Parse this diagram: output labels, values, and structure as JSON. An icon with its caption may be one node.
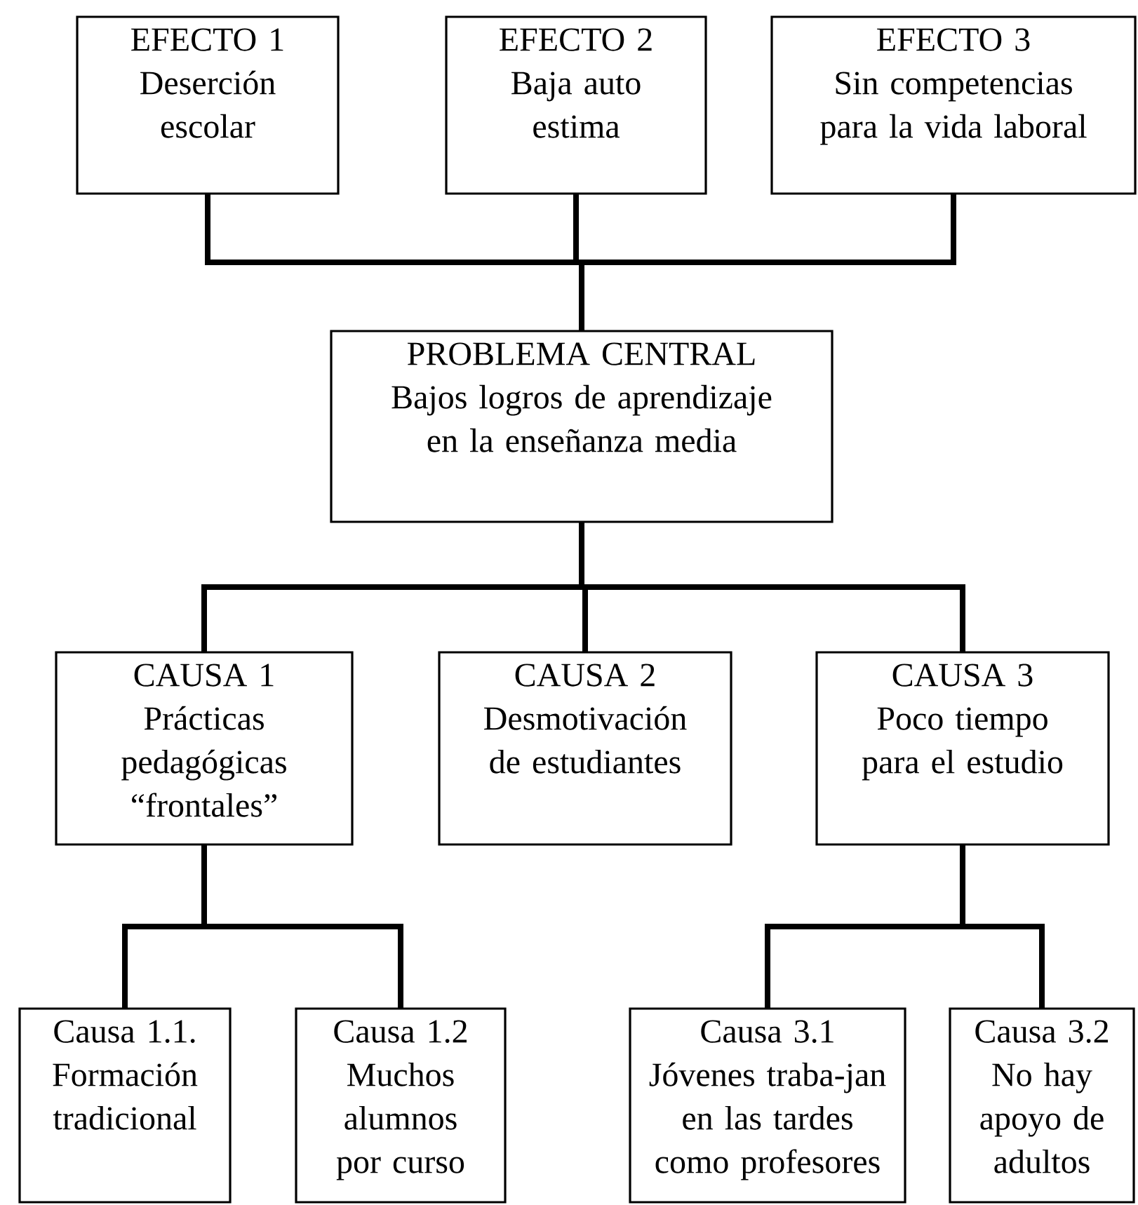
{
  "diagram": {
    "nodes": [
      {
        "text": [
          "EFECTO 1",
          "Deserción escolar"
        ]
      },
      {
        "text": [
          "EFECTO 2",
          "Baja auto estima"
        ]
      },
      {
        "text": [
          "EFECTO 3",
          "Sin competencias para la vida laboral"
        ]
      },
      {
        "text": [
          "PROBLEMA CENTRAL",
          "Bajos logros de aprendizaje en la enseñanza media"
        ]
      },
      {
        "text": [
          "CAUSA 1",
          "Prácticas pedagógicas “frontales”"
        ]
      },
      {
        "text": [
          "CAUSA 2",
          "Desmotivación de estudiantes"
        ]
      },
      {
        "text": [
          "CAUSA 3",
          "Poco tiempo para el estudio"
        ]
      },
      {
        "text": [
          "Causa 1.1.",
          "Formación tradicional"
        ]
      },
      {
        "text": [
          "Causa 1.2",
          "Muchos alumnos por curso"
        ]
      },
      {
        "text": [
          "Causa 3.1",
          "Jóvenes traba-jan en las tardes como profesores"
        ]
      },
      {
        "text": [
          "Causa 3.2",
          "No hay apoyo de adultos"
        ]
      }
    ],
    "edges": [
      {
        "from": 3,
        "to": 0,
        "arrow": "none"
      },
      {
        "from": 3,
        "to": 1,
        "arrow": "none"
      },
      {
        "from": 3,
        "to": 2,
        "arrow": "none"
      },
      {
        "from": 3,
        "to": 4,
        "arrow": "none"
      },
      {
        "from": 3,
        "to": 5,
        "arrow": "none"
      },
      {
        "from": 3,
        "to": 6,
        "arrow": "none"
      },
      {
        "from": 4,
        "to": 7,
        "arrow": "none"
      },
      {
        "from": 4,
        "to": 8,
        "arrow": "none"
      },
      {
        "from": 6,
        "to": 9,
        "arrow": "none"
      },
      {
        "from": 6,
        "to": 10,
        "arrow": "none"
      }
    ]
  }
}
